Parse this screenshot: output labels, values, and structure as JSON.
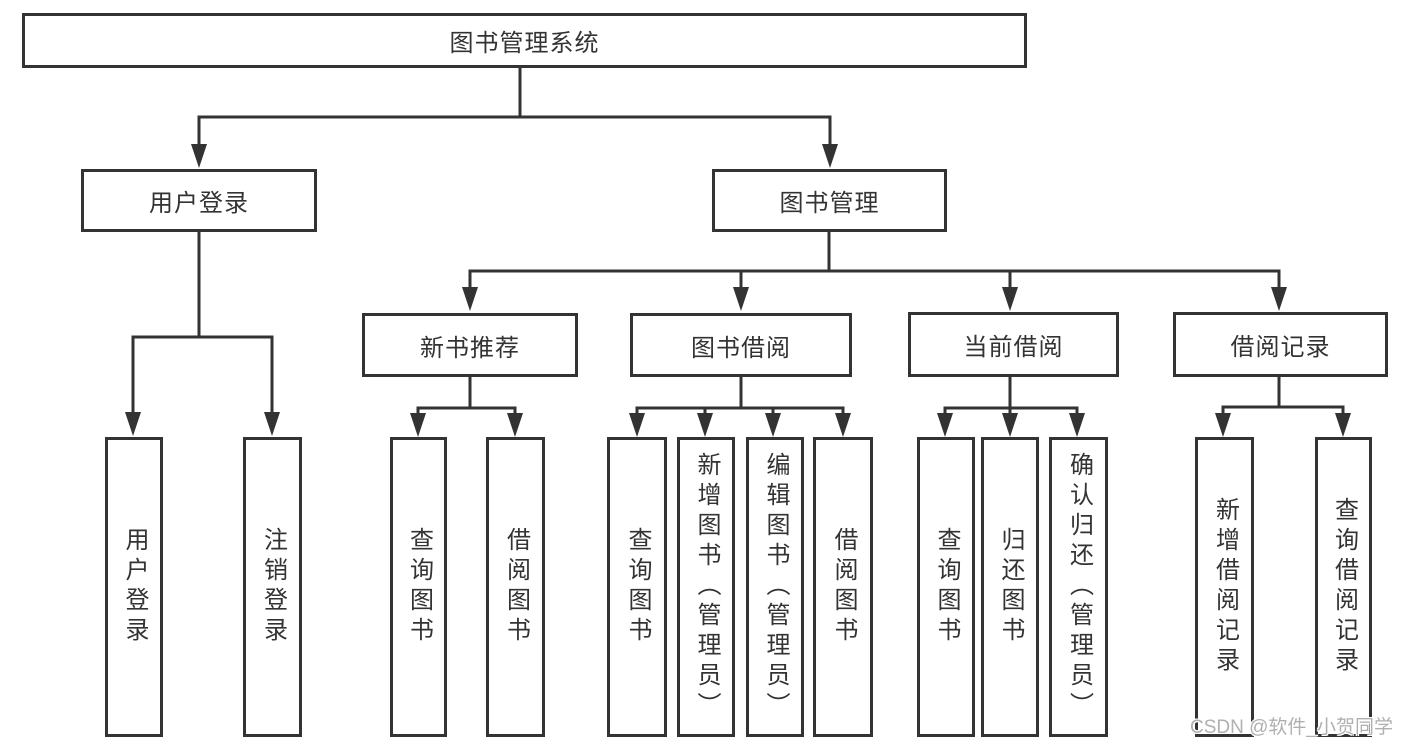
{
  "colors": {
    "line": "#333333",
    "text": "#333333",
    "box-fill": "#ffffff",
    "watermark": "#b0b0b0"
  },
  "watermark": {
    "text": "CSDN @软件_小贺同学"
  },
  "diagram": {
    "type": "tree",
    "title": "图书管理系统",
    "root": {
      "label": "图书管理系统",
      "children": [
        {
          "label": "用户登录",
          "children": [
            {
              "label": "用户登录"
            },
            {
              "label": "注销登录"
            }
          ]
        },
        {
          "label": "图书管理",
          "children": [
            {
              "label": "新书推荐",
              "children": [
                {
                  "label": "查询图书"
                },
                {
                  "label": "借阅图书"
                }
              ]
            },
            {
              "label": "图书借阅",
              "children": [
                {
                  "label": "查询图书"
                },
                {
                  "label": "新增图书（管理员）"
                },
                {
                  "label": "编辑图书（管理员）"
                },
                {
                  "label": "借阅图书"
                }
              ]
            },
            {
              "label": "当前借阅",
              "children": [
                {
                  "label": "查询图书"
                },
                {
                  "label": "归还图书"
                },
                {
                  "label": "确认归还（管理员）"
                }
              ]
            },
            {
              "label": "借阅记录",
              "children": [
                {
                  "label": "新增借阅记录"
                },
                {
                  "label": "查询借阅记录"
                }
              ]
            }
          ]
        }
      ]
    }
  }
}
